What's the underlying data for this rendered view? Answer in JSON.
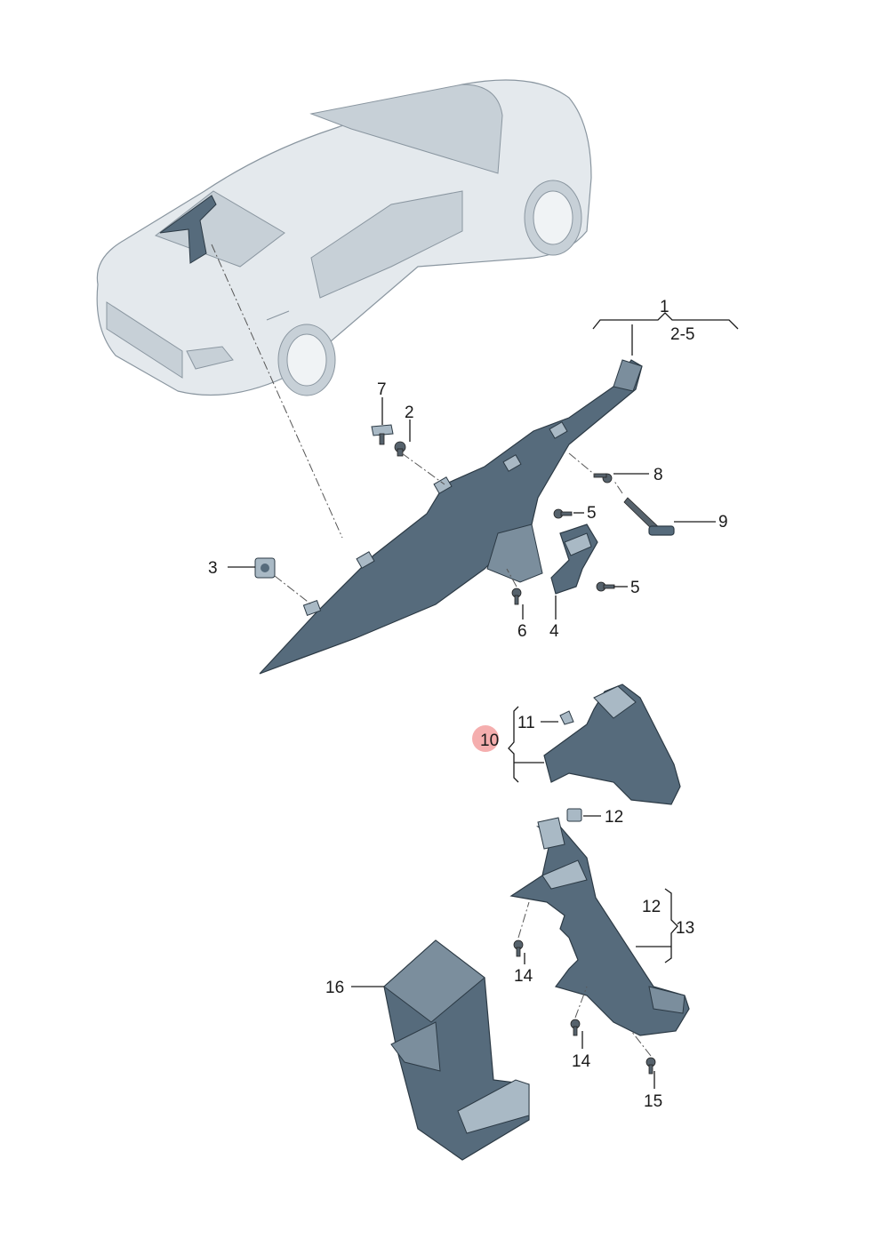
{
  "callouts": {
    "c1": "1",
    "c1_sub": "2-5",
    "c2": "2",
    "c3": "3",
    "c4": "4",
    "c5a": "5",
    "c5b": "5",
    "c6": "6",
    "c7": "7",
    "c8": "8",
    "c9": "9",
    "c10": "10",
    "c11": "11",
    "c12a": "12",
    "c12b": "12",
    "c13": "13",
    "c14a": "14",
    "c14b": "14",
    "c15": "15",
    "c16": "16"
  },
  "colors": {
    "part": "#566b7c",
    "highlight": "#f3a0a0",
    "car_body": "#e4e9ed"
  }
}
